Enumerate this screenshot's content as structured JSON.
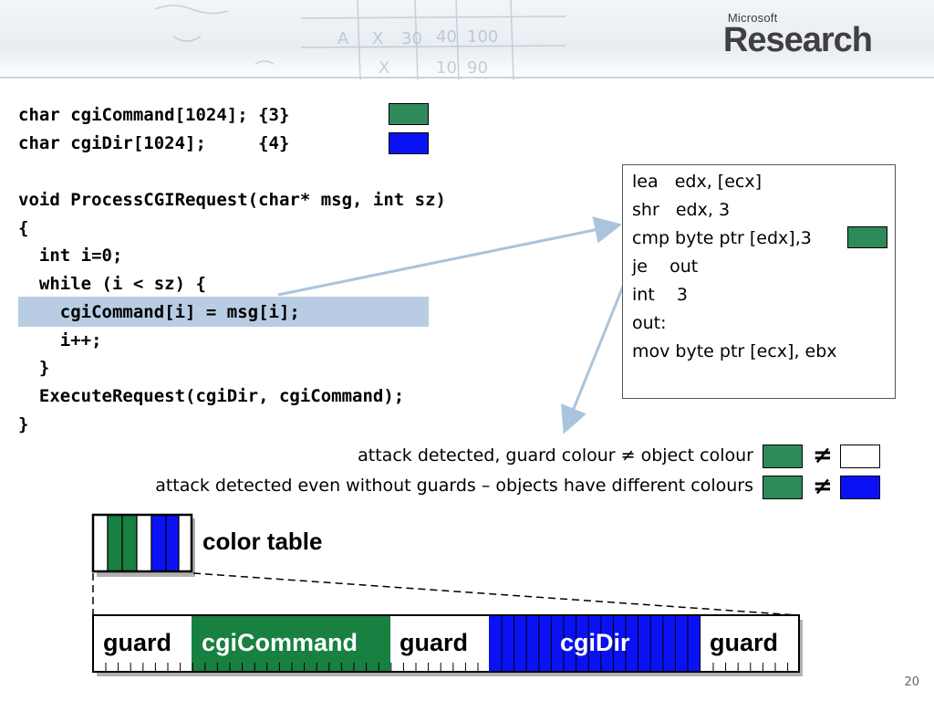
{
  "header": {
    "brand_small": "Microsoft",
    "brand_big": "Research"
  },
  "code": {
    "line1": "char cgiCommand[1024]; {3}",
    "line2": "char cgiDir[1024];     {4}",
    "line3": "void ProcessCGIRequest(char* msg, int sz)",
    "line4": "{",
    "line5": "  int i=0;",
    "line6": "  while (i < sz) {",
    "line7": "    cgiCommand[i] = msg[i];",
    "line8": "    i++;",
    "line9": "  }",
    "line10": "  ExecuteRequest(cgiDir, cgiCommand);",
    "line11": "}"
  },
  "asm": {
    "l1": "lea   edx, [ecx]",
    "l2": "shr   edx, 3",
    "l3": "cmp byte ptr [edx],3",
    "l4": "je    out",
    "l5": "int    3",
    "l6": "out:",
    "l7": "mov byte ptr [ecx], ebx"
  },
  "messages": {
    "m1": "attack detected, guard colour ≠ object colour",
    "m2": "attack detected even without guards – objects have different colours",
    "not_equal": "≠"
  },
  "color_table": {
    "label": "color table",
    "segments": [
      "guard",
      "cgiCommand",
      "guard",
      "cgiDir",
      "guard"
    ]
  },
  "colors": {
    "green": "#2f8a5b",
    "blue": "#0a12f5",
    "highlight": "#b8cde3"
  },
  "page_number": "20"
}
